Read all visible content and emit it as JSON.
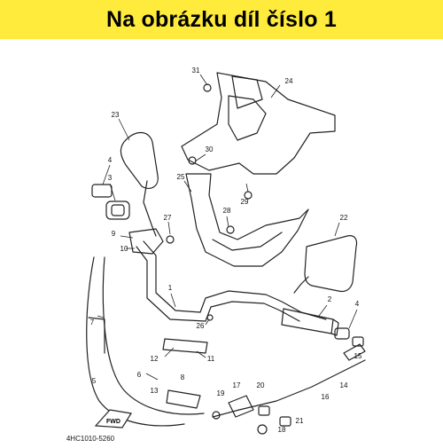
{
  "banner": {
    "text": "Na obrázku díl číslo 1",
    "background": "#ffeb3b"
  },
  "diagram": {
    "code": "4HC1010-5260",
    "fwd_label": "FWD",
    "part_labels": [
      "1",
      "2",
      "3",
      "4",
      "4",
      "5",
      "6",
      "7",
      "8",
      "9",
      "10",
      "11",
      "12",
      "13",
      "14",
      "15",
      "16",
      "17",
      "18",
      "19",
      "20",
      "21",
      "22",
      "23",
      "24",
      "25",
      "26",
      "27",
      "28",
      "29",
      "30",
      "31"
    ]
  }
}
